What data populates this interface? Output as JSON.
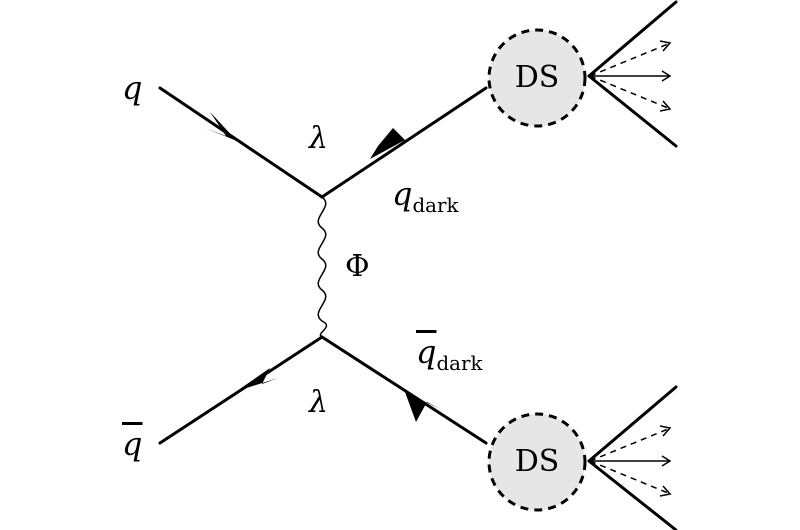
{
  "particles": {
    "quark": "q",
    "antiquark": "q",
    "coupling_top": "λ",
    "coupling_bottom": "λ",
    "mediator": "Φ",
    "dark_quark_base": "q",
    "dark_quark_sub": "dark",
    "anti_dark_quark_base": "q",
    "anti_dark_quark_sub": "dark"
  },
  "blobs": {
    "top": "DS",
    "bottom": "DS"
  }
}
